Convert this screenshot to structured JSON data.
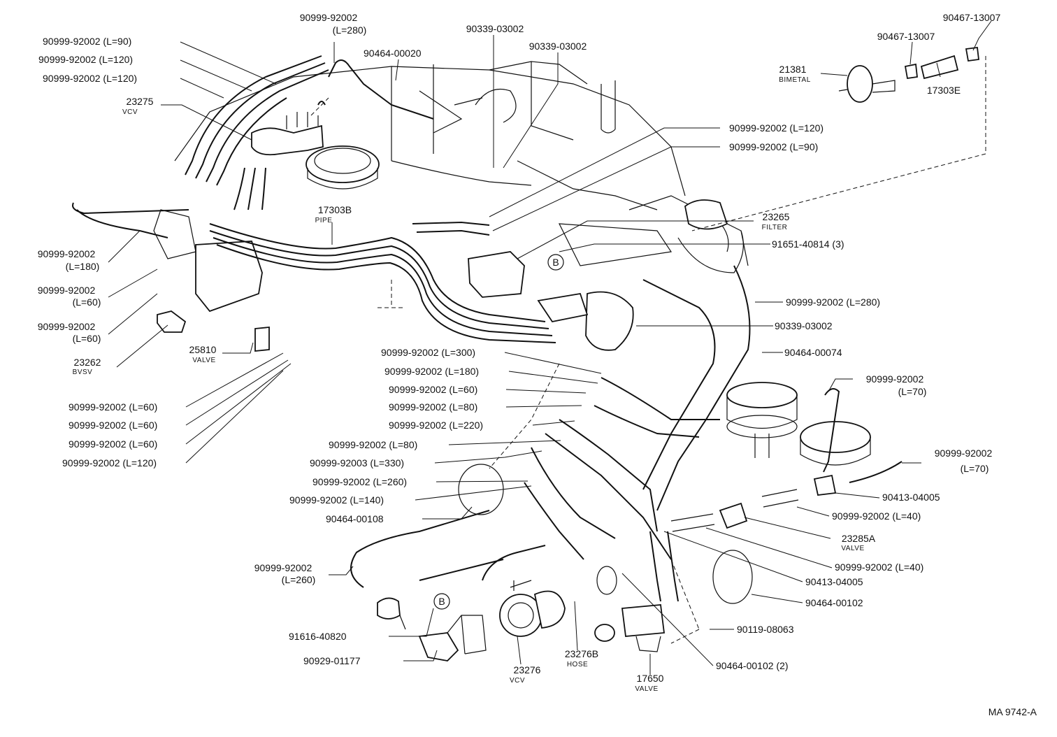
{
  "drawing_code": "MA 9742-A",
  "callouts": [
    {
      "id": "c01",
      "part": "90999-92002",
      "spec": "(L=280)"
    },
    {
      "id": "c02",
      "part": "90339-03002"
    },
    {
      "id": "c03",
      "part": "90467-13007"
    },
    {
      "id": "c04",
      "part": "90999-92002 (L=90)"
    },
    {
      "id": "c05",
      "part": "90464-00020"
    },
    {
      "id": "c06",
      "part": "90467-13007"
    },
    {
      "id": "c07",
      "part": "90999-92002 (L=120)"
    },
    {
      "id": "c08",
      "part": "90339-03002"
    },
    {
      "id": "c09",
      "part": "90999-92002 (L=120)"
    },
    {
      "id": "c10",
      "part": "21381",
      "spec": "BIMETAL"
    },
    {
      "id": "c11",
      "part": "23275",
      "spec": "VCV"
    },
    {
      "id": "c12",
      "part": "17303E"
    },
    {
      "id": "c13",
      "part": "90999-92002 (L=120)"
    },
    {
      "id": "c14",
      "part": "90999-92002 (L=90)"
    },
    {
      "id": "c15",
      "part": "17303B",
      "spec": "PIPE"
    },
    {
      "id": "c16",
      "part": "23265",
      "spec": "FILTER"
    },
    {
      "id": "c17",
      "part": "90999-92002",
      "spec": "(L=180)"
    },
    {
      "id": "c18",
      "part": "91651-40814 (3)"
    },
    {
      "id": "c19",
      "part": "90999-92002",
      "spec": "(L=60)"
    },
    {
      "id": "c20",
      "part": "90999-92002 (L=280)"
    },
    {
      "id": "c21",
      "part": "90999-92002",
      "spec": "(L=60)"
    },
    {
      "id": "c22",
      "part": "90339-03002"
    },
    {
      "id": "c23",
      "part": "25810",
      "spec": "VALVE"
    },
    {
      "id": "c24",
      "part": "90464-00074"
    },
    {
      "id": "c25",
      "part": "23262",
      "spec": "BVSV"
    },
    {
      "id": "c26",
      "part": "90999-92002 (L=300)"
    },
    {
      "id": "c27",
      "part": "90999-92002 (L=180)"
    },
    {
      "id": "c28",
      "part": "90999-92002",
      "spec": "(L=70)"
    },
    {
      "id": "c29",
      "part": "90999-92002 (L=60)"
    },
    {
      "id": "c30",
      "part": "90999-92002 (L=80)"
    },
    {
      "id": "c31",
      "part": "90999-92002 (L=60)"
    },
    {
      "id": "c32",
      "part": "90999-92002 (L=220)"
    },
    {
      "id": "c33",
      "part": "90999-92002 (L=60)"
    },
    {
      "id": "c34",
      "part": "90999-92002 (L=60)"
    },
    {
      "id": "c35",
      "part": "90999-92002 (L=80)"
    },
    {
      "id": "c36",
      "part": "90999-92002",
      "spec": "(L=70)"
    },
    {
      "id": "c37",
      "part": "90999-92003 (L=330)"
    },
    {
      "id": "c38",
      "part": "90999-92002 (L=120)"
    },
    {
      "id": "c39",
      "part": "90999-92002 (L=260)"
    },
    {
      "id": "c40",
      "part": "90413-04005"
    },
    {
      "id": "c41",
      "part": "90999-92002 (L=140)"
    },
    {
      "id": "c42",
      "part": "90999-92002 (L=40)"
    },
    {
      "id": "c43",
      "part": "90464-00108"
    },
    {
      "id": "c44",
      "part": "23285A",
      "spec": "VALVE"
    },
    {
      "id": "c45",
      "part": "90999-92002",
      "spec": "(L=260)"
    },
    {
      "id": "c46",
      "part": "90999-92002 (L=40)"
    },
    {
      "id": "c47",
      "part": "90413-04005"
    },
    {
      "id": "c48",
      "part": "90464-00102"
    },
    {
      "id": "c49",
      "part": "90119-08063"
    },
    {
      "id": "c50",
      "part": "91616-40820"
    },
    {
      "id": "c51",
      "part": "90929-01177"
    },
    {
      "id": "c52",
      "part": "90464-00102 (2)"
    },
    {
      "id": "c53",
      "part": "23276",
      "spec": "VCV"
    },
    {
      "id": "c54",
      "part": "23276B",
      "spec": "HOSE"
    },
    {
      "id": "c55",
      "part": "17650",
      "spec": "VALVE"
    }
  ],
  "markers": [
    {
      "id": "m1",
      "text": "B"
    },
    {
      "id": "m2",
      "text": "B"
    }
  ]
}
